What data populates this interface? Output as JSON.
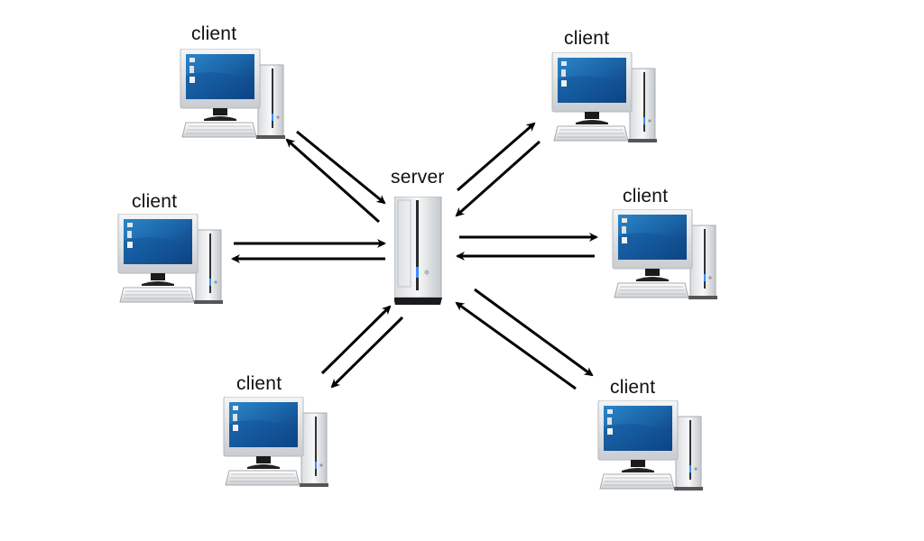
{
  "diagram": {
    "type": "client-server network",
    "server": {
      "label": "server",
      "icon": "server-tower-icon"
    },
    "clients": [
      {
        "id": "client-top-left",
        "label": "client",
        "icon": "desktop-computer-icon"
      },
      {
        "id": "client-middle-left",
        "label": "client",
        "icon": "desktop-computer-icon"
      },
      {
        "id": "client-bottom-left",
        "label": "client",
        "icon": "desktop-computer-icon"
      },
      {
        "id": "client-top-right",
        "label": "client",
        "icon": "desktop-computer-icon"
      },
      {
        "id": "client-middle-right",
        "label": "client",
        "icon": "desktop-computer-icon"
      },
      {
        "id": "client-bottom-right",
        "label": "client",
        "icon": "desktop-computer-icon"
      }
    ],
    "connections": [
      {
        "from": "client-top-left",
        "to": "server",
        "bidirectional": true
      },
      {
        "from": "client-middle-left",
        "to": "server",
        "bidirectional": true
      },
      {
        "from": "client-bottom-left",
        "to": "server",
        "bidirectional": true
      },
      {
        "from": "client-top-right",
        "to": "server",
        "bidirectional": true
      },
      {
        "from": "client-middle-right",
        "to": "server",
        "bidirectional": true
      },
      {
        "from": "client-bottom-right",
        "to": "server",
        "bidirectional": true
      }
    ],
    "colors": {
      "screen": "#1f6fb0",
      "screen_dark": "#0d3f7a",
      "bezel": "#e4e6e8",
      "arrow": "#000000"
    }
  }
}
